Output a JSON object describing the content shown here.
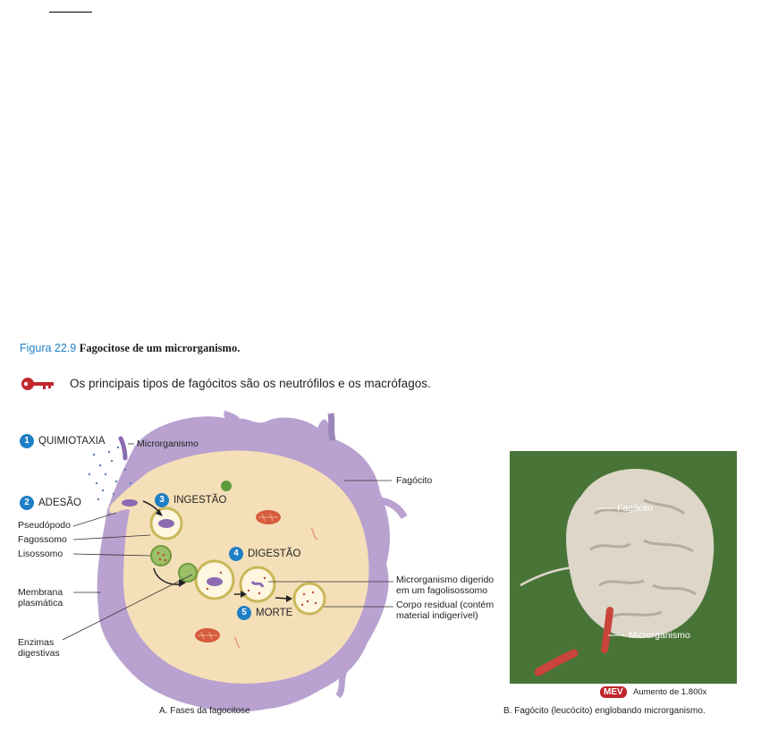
{
  "figure": {
    "number": "Figura 22.9",
    "title": "Fagocitose de um microrganismo."
  },
  "key_note": "Os principais tipos de fagócitos são os neutrófilos e os macrófagos.",
  "phases": [
    {
      "num": "1",
      "label": "QUIMIOTAXIA"
    },
    {
      "num": "2",
      "label": "ADESÃO"
    },
    {
      "num": "3",
      "label": "INGESTÃO"
    },
    {
      "num": "4",
      "label": "DIGESTÃO"
    },
    {
      "num": "5",
      "label": "MORTE"
    }
  ],
  "labels": {
    "microrganismo": "Microrganismo",
    "fagocito": "Fagócito",
    "pseudopodo": "Pseudópodo",
    "fagossomo": "Fagossomo",
    "lisossomo": "Lisossomo",
    "membrana_1": "Membrana",
    "membrana_2": "plasmática",
    "enzimas_1": "Enzimas",
    "enzimas_2": "digestivas",
    "digerido_1": "Microrganismo digerido",
    "digerido_2": "em um fagolisossomo",
    "corpo_1": "Corpo residual (contém",
    "corpo_2": "material indigerível)"
  },
  "photo": {
    "fagocito_label": "Fagócito",
    "microrganismo_label": "Microrganismo"
  },
  "captions": {
    "a": "A. Fases da fagocitose",
    "b": "B. Fagócito (leucócito) englobando microrganismo."
  },
  "mev": {
    "badge": "MEV",
    "text": "Aumento de 1.800x"
  },
  "colors": {
    "phase_circle": "#1f7fc4",
    "cell_outer": "#b9a2cf",
    "cell_inner": "#f5dfb8",
    "photo_bg": "#4f7a3d",
    "mev_badge": "#c0272d"
  }
}
